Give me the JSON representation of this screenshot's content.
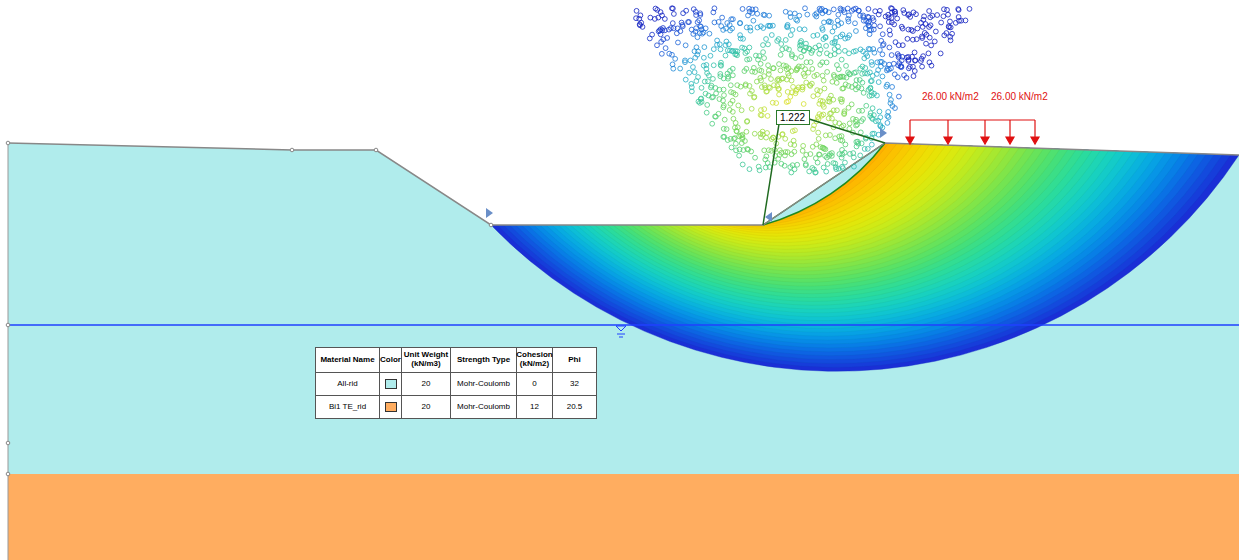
{
  "diagram": {
    "nodes": [
      {
        "text": [
          "1.222"
        ]
      }
    ],
    "labels": [
      "26.00 kN/m2",
      "26.00 kN/m2",
      "Material Name",
      "Color",
      "Unit Weight (kN/m3)",
      "Strength Type",
      "Cohesion (kN/m2)",
      "Phi",
      "20",
      "Mohr-Coulomb",
      "0",
      "32",
      "20",
      "Mohr-Coulomb",
      "12",
      "20.5"
    ],
    "legend": [
      {
        "text": "All-rid",
        "color": "#b0ecec"
      },
      {
        "text": "Bi1 TE_rid",
        "color": "#ffad60"
      }
    ]
  }
}
